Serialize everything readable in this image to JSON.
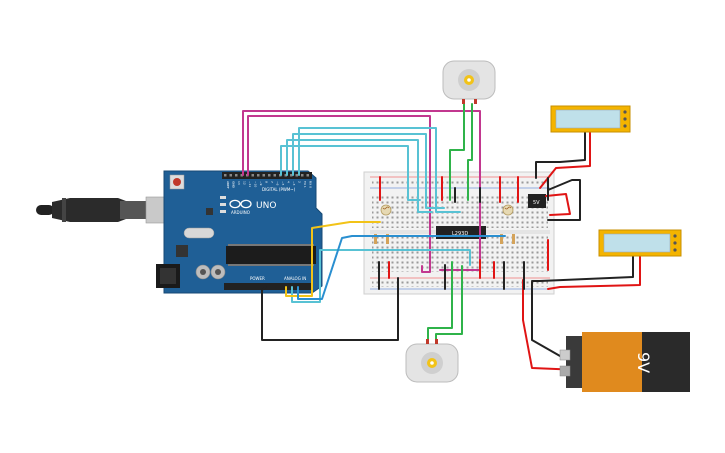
{
  "arduino": {
    "brand": "ARDUINO",
    "model": "UNO",
    "digital_label": "DIGITAL (PWM~)",
    "power_label": "POWER",
    "analog_label": "ANALOG IN",
    "pin_labels": [
      "AREF",
      "GND",
      "13",
      "12",
      "~11",
      "~10",
      "~9",
      "8",
      "7",
      "~6",
      "~5",
      "4",
      "~3",
      "2",
      "TX 1",
      "RX 0"
    ]
  },
  "chip": {
    "label": "L293D"
  },
  "regulator": {
    "label": "5V"
  },
  "battery": {
    "label": "9V"
  },
  "colors": {
    "board": "#1f5f96",
    "breadboard": "#f2f2f2",
    "wire_red": "#e01414",
    "wire_black": "#222222",
    "wire_green": "#2fb34a",
    "wire_cyan": "#58c2d4",
    "wire_magenta": "#c2378f",
    "wire_yellow": "#f2c318",
    "wire_blue": "#2a8fd0",
    "lcd_frame": "#f4b400",
    "battery_body": "#e08a1e"
  },
  "icons": [
    "usb-cable-icon",
    "dc-motor-icon",
    "photoresistor-icon",
    "resistor-icon",
    "lcd-panel-icon",
    "battery-9v-icon",
    "reset-button-icon"
  ]
}
